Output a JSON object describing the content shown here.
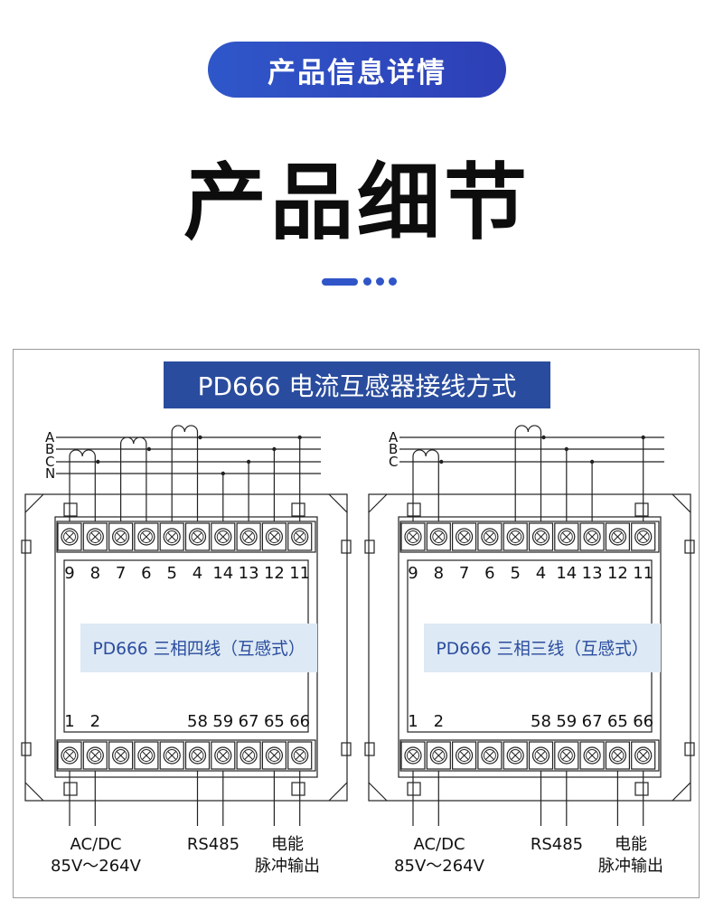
{
  "header": {
    "pill_text": "产品信息详情",
    "main_title": "产品细节"
  },
  "diagram": {
    "title": "PD666 电流互感器接线方式",
    "phase_labels_left": [
      "A",
      "B",
      "C",
      "N"
    ],
    "phase_labels_right": [
      "A",
      "B",
      "C"
    ],
    "top_terminals": [
      "9",
      "8",
      "7",
      "6",
      "5",
      "4",
      "14",
      "13",
      "12",
      "11"
    ],
    "bottom_terminals_left": [
      "1",
      "2"
    ],
    "bottom_terminals_right": [
      "58",
      "59",
      "67",
      "65",
      "66"
    ],
    "panel_left_label": "PD666 三相四线（互感式）",
    "panel_right_label": "PD666 三相三线（互感式）",
    "power_label_line1": "AC/DC",
    "power_label_line2": "85V～264V",
    "rs485_label": "RS485",
    "energy_label_line1": "电能",
    "energy_label_line2": "脉冲输出"
  },
  "colors": {
    "accent_blue": "#2f55c8",
    "title_bar": "#2a4c9e",
    "panel_label_bg": "#dde9f4",
    "panel_label_text": "#2a4c9e"
  }
}
